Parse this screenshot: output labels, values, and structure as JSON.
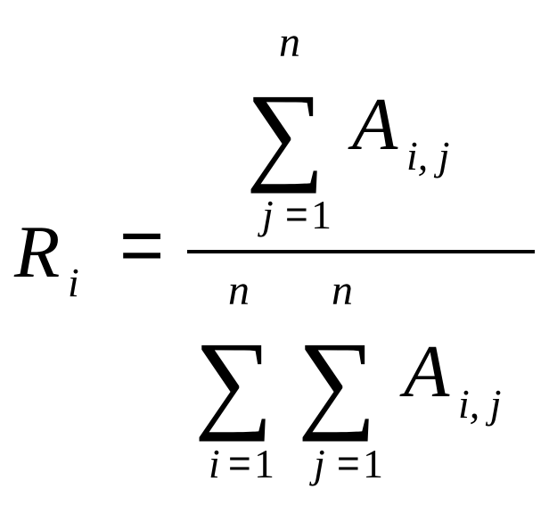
{
  "formula": {
    "lhs": {
      "symbol": "R",
      "subscript": "i"
    },
    "equals": "=",
    "numerator": {
      "sigma": "∑",
      "upper": "n",
      "lower_var": "j",
      "lower_eq": "=",
      "lower_val": "1",
      "term": "A",
      "term_sub": "i, j"
    },
    "denominator": {
      "outer": {
        "sigma": "∑",
        "upper": "n",
        "lower_var": "i",
        "lower_eq": "=",
        "lower_val": "1"
      },
      "inner": {
        "sigma": "∑",
        "upper": "n",
        "lower_var": "j",
        "lower_eq": "=",
        "lower_val": "1"
      },
      "term": "A",
      "term_sub": "i, j"
    },
    "colors": {
      "ink": "#000000",
      "background": "#ffffff"
    }
  }
}
